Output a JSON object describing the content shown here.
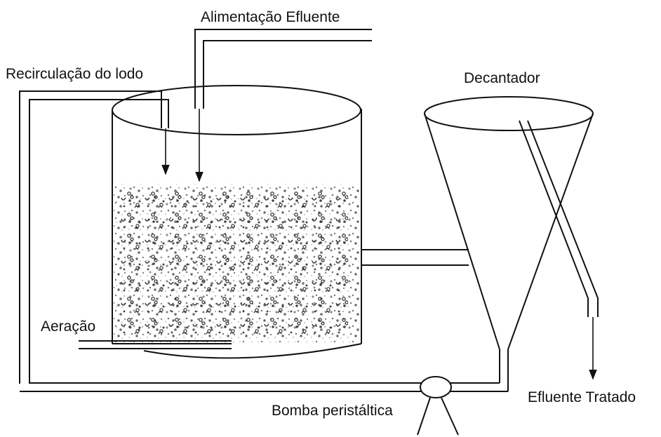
{
  "labels": {
    "feed": "Alimentação Efluente",
    "recirculation": "Recirculação do lodo",
    "settler": "Decantador",
    "aeration": "Aeração",
    "treated_effluent": "Efluente Tratado",
    "pump": "Bomba peristáltica"
  },
  "colors": {
    "line": "#111111",
    "background": "#ffffff",
    "sludge_texture": "#9a9a9a"
  }
}
